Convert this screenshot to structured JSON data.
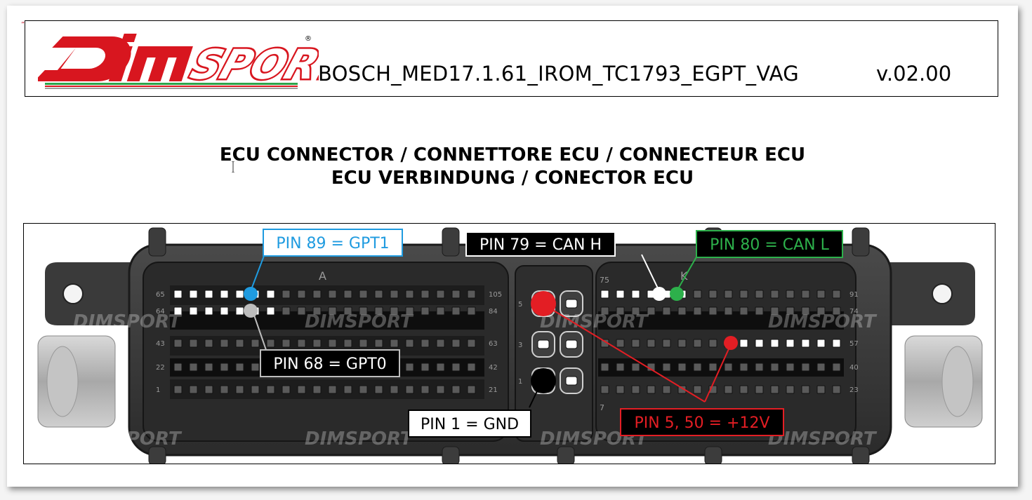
{
  "header": {
    "logo_text": "DIMSPORT",
    "title": "BOSCH_MED17.1.61_IROM_TC1793_EGPT_VAG",
    "version": "v.02.00"
  },
  "heading": {
    "line1": "ECU CONNECTOR / CONNETTORE ECU / CONNECTEUR ECU",
    "line2": "ECU VERBINDUNG / CONECTOR ECU"
  },
  "connector": {
    "watermark": "DIMSPORT",
    "section_labels": {
      "left_top": "A",
      "right_top": "K",
      "right_75": "75",
      "right_7": "7"
    },
    "left_pin_numbers": [
      "65",
      "64",
      "43",
      "22",
      "1"
    ],
    "left_end_numbers": [
      "105",
      "84",
      "63",
      "42",
      "21"
    ],
    "mid_pin_numbers": [
      "5",
      "3",
      "1"
    ],
    "right_end_numbers": [
      "91",
      "74",
      "57",
      "40",
      "23"
    ]
  },
  "callouts": [
    {
      "id": "gpt1",
      "text": "PIN 89 = GPT1",
      "color": "#1f9be0",
      "text_color": "#1f9be0",
      "bg": "#ffffff",
      "border": "#1f9be0"
    },
    {
      "id": "canh",
      "text": "PIN 79 = CAN H",
      "color": "#ffffff",
      "text_color": "#ffffff",
      "bg": "#000000",
      "border": "#ffffff"
    },
    {
      "id": "canl",
      "text": "PIN 80 = CAN L",
      "color": "#2db04b",
      "text_color": "#2db04b",
      "bg": "#000000",
      "border": "#2db04b"
    },
    {
      "id": "gpt0",
      "text": "PIN 68 = GPT0",
      "color": "#bdbdbd",
      "text_color": "#ffffff",
      "bg": "#000000",
      "border": "#bdbdbd"
    },
    {
      "id": "gnd",
      "text": "PIN 1 = GND",
      "color": "#000000",
      "text_color": "#000000",
      "bg": "#ffffff",
      "border": "#000000"
    },
    {
      "id": "v12",
      "text": "PIN 5, 50 = +12V",
      "color": "#e31e24",
      "text_color": "#e31e24",
      "bg": "#000000",
      "border": "#e31e24"
    }
  ]
}
